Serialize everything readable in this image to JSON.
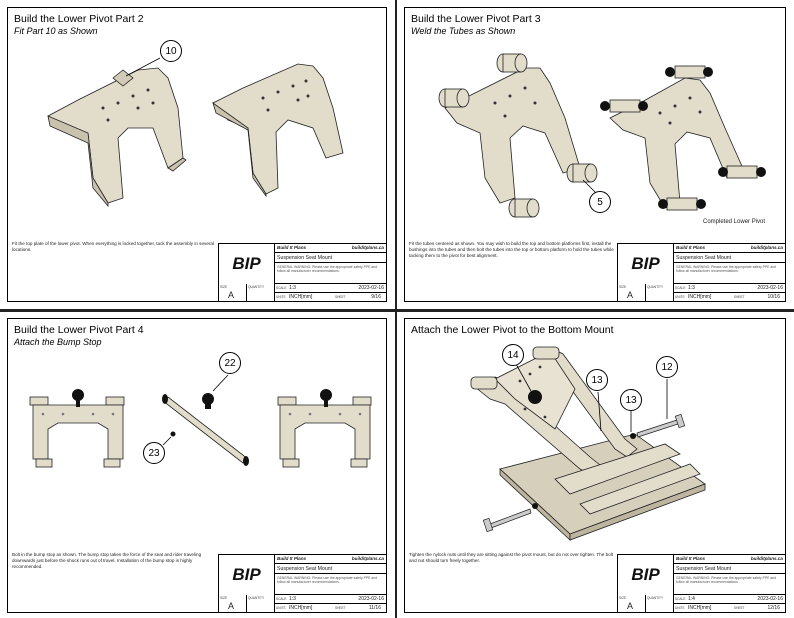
{
  "sheets": [
    {
      "title": "Build the Lower Pivot Part 2",
      "subtitle": "Fit Part 10 as Shown",
      "note": "Fit the top plate of the lower pivot. When everything is locked together, tack the assembly in several locations.",
      "callouts": [
        "10"
      ],
      "titleblock": {
        "logo": "BIP",
        "brand": "Build It Plans",
        "site": "builditplans.ca",
        "drawing_title": "Suspension Seat Mount",
        "warning": "GENERAL WARNING: Please use the appropriate safety PPE and follow all manufacturer recommendations.",
        "size_label": "SIZE",
        "size": "A",
        "quantity_label": "QUANTITY",
        "scale_label": "SCALE",
        "scale": "1:3",
        "date": "2023-02-16",
        "units_label": "UNITS",
        "units": "INCH[mm]",
        "sheet_label": "SHEET",
        "sheet": "9/16"
      }
    },
    {
      "title": "Build the Lower Pivot Part 3",
      "subtitle": "Weld the Tubes as Shown",
      "note": "Fit the tubes centered as shown. You may wish to build the top and bottom platforms first, install the bushings into the tubes and then bolt the tubes into the top or bottom platform to hold the tubes while tacking them to the pivot for best alignment.",
      "callouts": [
        "5"
      ],
      "caption": "Completed Lower Pivot",
      "titleblock": {
        "logo": "BIP",
        "brand": "Build It Plans",
        "site": "builditplans.ca",
        "drawing_title": "Suspension Seat Mount",
        "warning": "GENERAL WARNING: Please use the appropriate safety PPE and follow all manufacturer recommendations.",
        "size_label": "SIZE",
        "size": "A",
        "quantity_label": "QUANTITY",
        "scale_label": "SCALE",
        "scale": "1:3",
        "date": "2023-02-16",
        "units_label": "UNITS",
        "units": "INCH[mm]",
        "sheet_label": "SHEET",
        "sheet": "10/16"
      }
    },
    {
      "title": "Build the Lower Pivot Part 4",
      "subtitle": "Attach the Bump Stop",
      "note": "Bolt in the bump stop as shown. The bump stop takes the force of the seat and rider traveling downwards just before the shock runs out of travel. Installation of the bump stop is highly recommended.",
      "callouts": [
        "22",
        "23"
      ],
      "titleblock": {
        "logo": "BIP",
        "brand": "Build It Plans",
        "site": "builditplans.ca",
        "drawing_title": "Suspension Seat Mount",
        "warning": "GENERAL WARNING: Please use the appropriate safety PPE and follow all manufacturer recommendations.",
        "size_label": "SIZE",
        "size": "A",
        "quantity_label": "QUANTITY",
        "scale_label": "SCALE",
        "scale": "1:3",
        "date": "2023-02-16",
        "units_label": "UNITS",
        "units": "INCH[mm]",
        "sheet_label": "SHEET",
        "sheet": "11/16"
      }
    },
    {
      "title": "Attach the Lower Pivot to the Bottom Mount",
      "subtitle": "",
      "note": "Tighten the nylock nuts until they are sitting against the pivot mount, but do not over tighten. The bolt and nut should turn freely together.",
      "callouts": [
        "14",
        "13",
        "13",
        "12"
      ],
      "titleblock": {
        "logo": "BIP",
        "brand": "Build It Plans",
        "site": "builditplans.ca",
        "drawing_title": "Suspension Seat Mount",
        "warning": "GENERAL WARNING: Please use the appropriate safety PPE and follow all manufacturer recommendations.",
        "size_label": "SIZE",
        "size": "A",
        "quantity_label": "QUANTITY",
        "scale_label": "SCALE",
        "scale": "1:4",
        "date": "2023-02-16",
        "units_label": "UNITS",
        "units": "INCH[mm]",
        "sheet_label": "SHEET",
        "sheet": "12/16"
      }
    }
  ]
}
